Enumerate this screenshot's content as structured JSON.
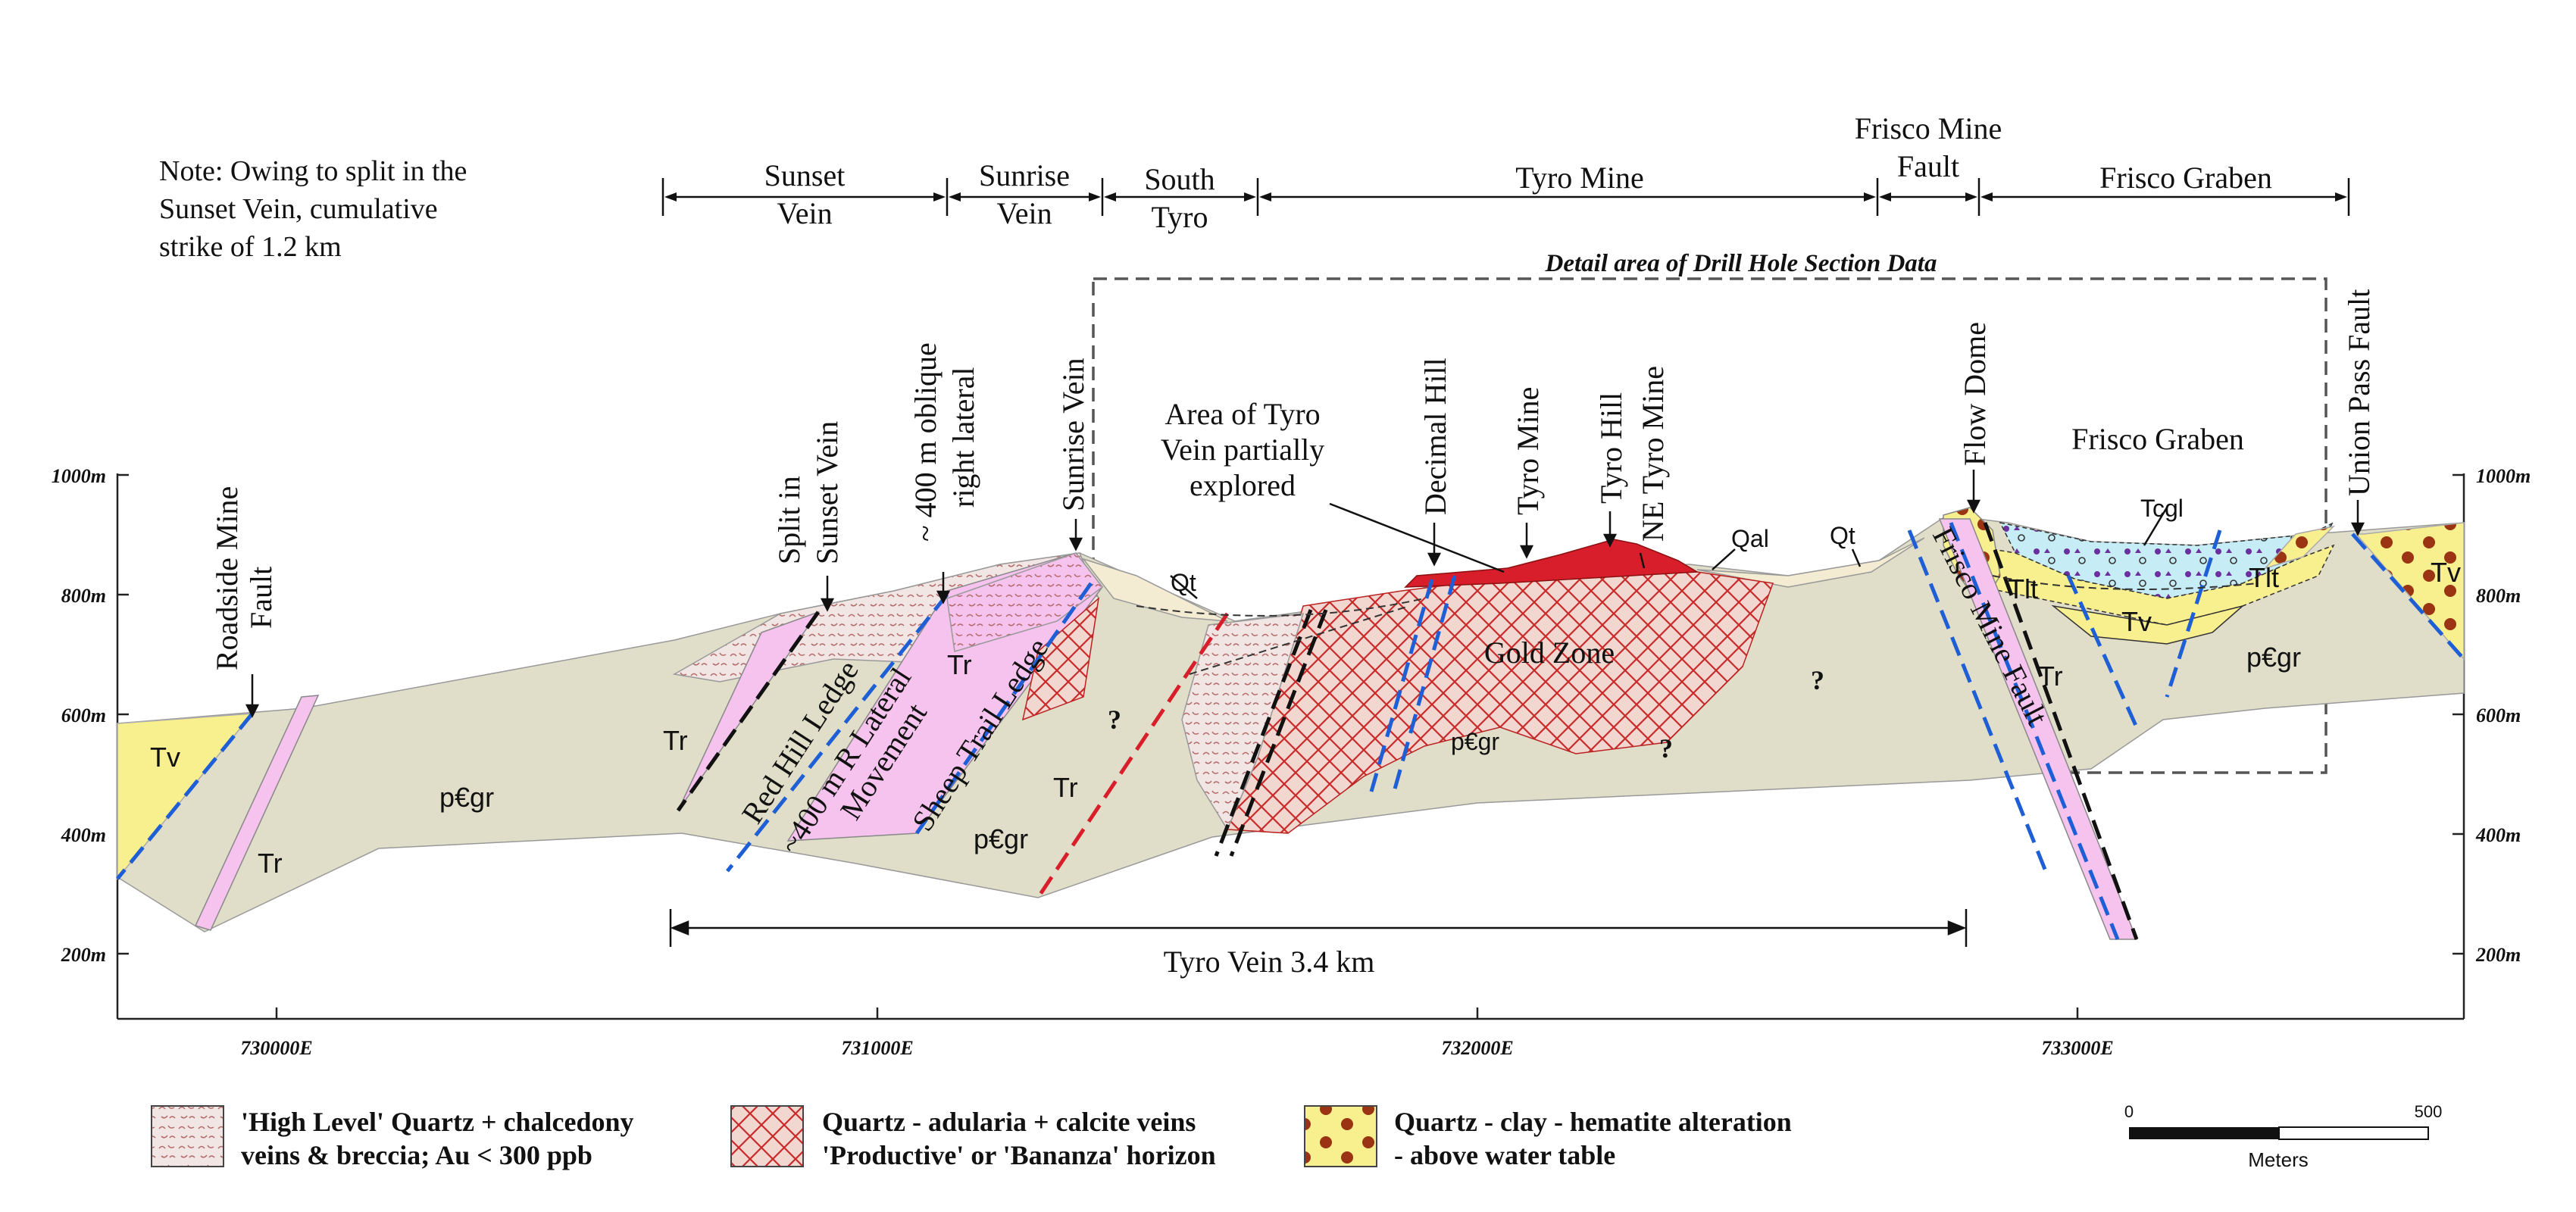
{
  "note": {
    "lines": [
      "Note:  Owing to split in the",
      "Sunset Vein, cumulative",
      "strike of 1.2 km"
    ]
  },
  "zones": [
    {
      "lines": [
        "Sunset",
        "Vein"
      ]
    },
    {
      "lines": [
        "Sunrise",
        "Vein"
      ]
    },
    {
      "lines": [
        "South",
        "Tyro"
      ]
    },
    {
      "lines": [
        "Tyro Mine"
      ]
    },
    {
      "lines": [
        "Frisco Mine",
        "Fault"
      ]
    },
    {
      "lines": [
        "Frisco Graben"
      ]
    }
  ],
  "detail_area_label": "Detail area of Drill Hole Section Data",
  "elevation_labels": [
    "1000m",
    "800m",
    "600m",
    "400m",
    "200m"
  ],
  "easting_labels": [
    "730000E",
    "731000E",
    "732000E",
    "733000E"
  ],
  "labels": {
    "roadside_fault": [
      "Roadside Mine",
      "Fault"
    ],
    "split_sunset": [
      "Split in",
      "Sunset Vein"
    ],
    "oblique": [
      "~ 400 m oblique",
      "right lateral"
    ],
    "sunrise_vein": "Sunrise Vein",
    "area_tyro": [
      "Area of Tyro",
      "Vein partially",
      "explored"
    ],
    "decimal_hill": "Decimal Hill",
    "tyro_mine": "Tyro Mine",
    "tyro_hill": "Tyro Hill",
    "ne_tyro": "NE Tyro Mine",
    "flow_dome": "Flow Dome",
    "frisco_graben": "Frisco Graben",
    "union_pass": "Union Pass Fault",
    "red_hill": "Red Hill Ledge",
    "lateral_move": "~400 m R Lateral",
    "movement": "Movement",
    "sheep_trail": "Sheep Trail Ledge",
    "frisco_fault": "Frisco Mine Fault",
    "gold_zone": "Gold Zone",
    "tyro_vein": "Tyro Vein  3.4 km"
  },
  "units": {
    "tv": "Tv",
    "tr": "Tr",
    "pcgr": "p€gr",
    "qt": "Qt",
    "qal": "Qal",
    "tcgl": "Tcgl",
    "tlt": "Tlt",
    "question": "?"
  },
  "legend": [
    {
      "lines": [
        "'High Level' Quartz + chalcedony",
        "veins & breccia; Au < 300 ppb"
      ]
    },
    {
      "lines": [
        "Quartz - adularia + calcite veins",
        "'Productive' or 'Bananza' horizon"
      ]
    },
    {
      "lines": [
        "Quartz - clay - hematite alteration",
        "- above water table"
      ]
    }
  ],
  "scale": {
    "start": "0",
    "end": "500",
    "unit": "Meters"
  },
  "colors": {
    "basement": "#e0ddc8",
    "tv_yellow": "#f8ef8e",
    "tr_pink": "#f6c3ef",
    "tcgl_blue": "#c6ecf6",
    "vein_red": "#d81e2a",
    "fault_blue": "#1e5fd6",
    "qt": "#f3ecd2"
  }
}
